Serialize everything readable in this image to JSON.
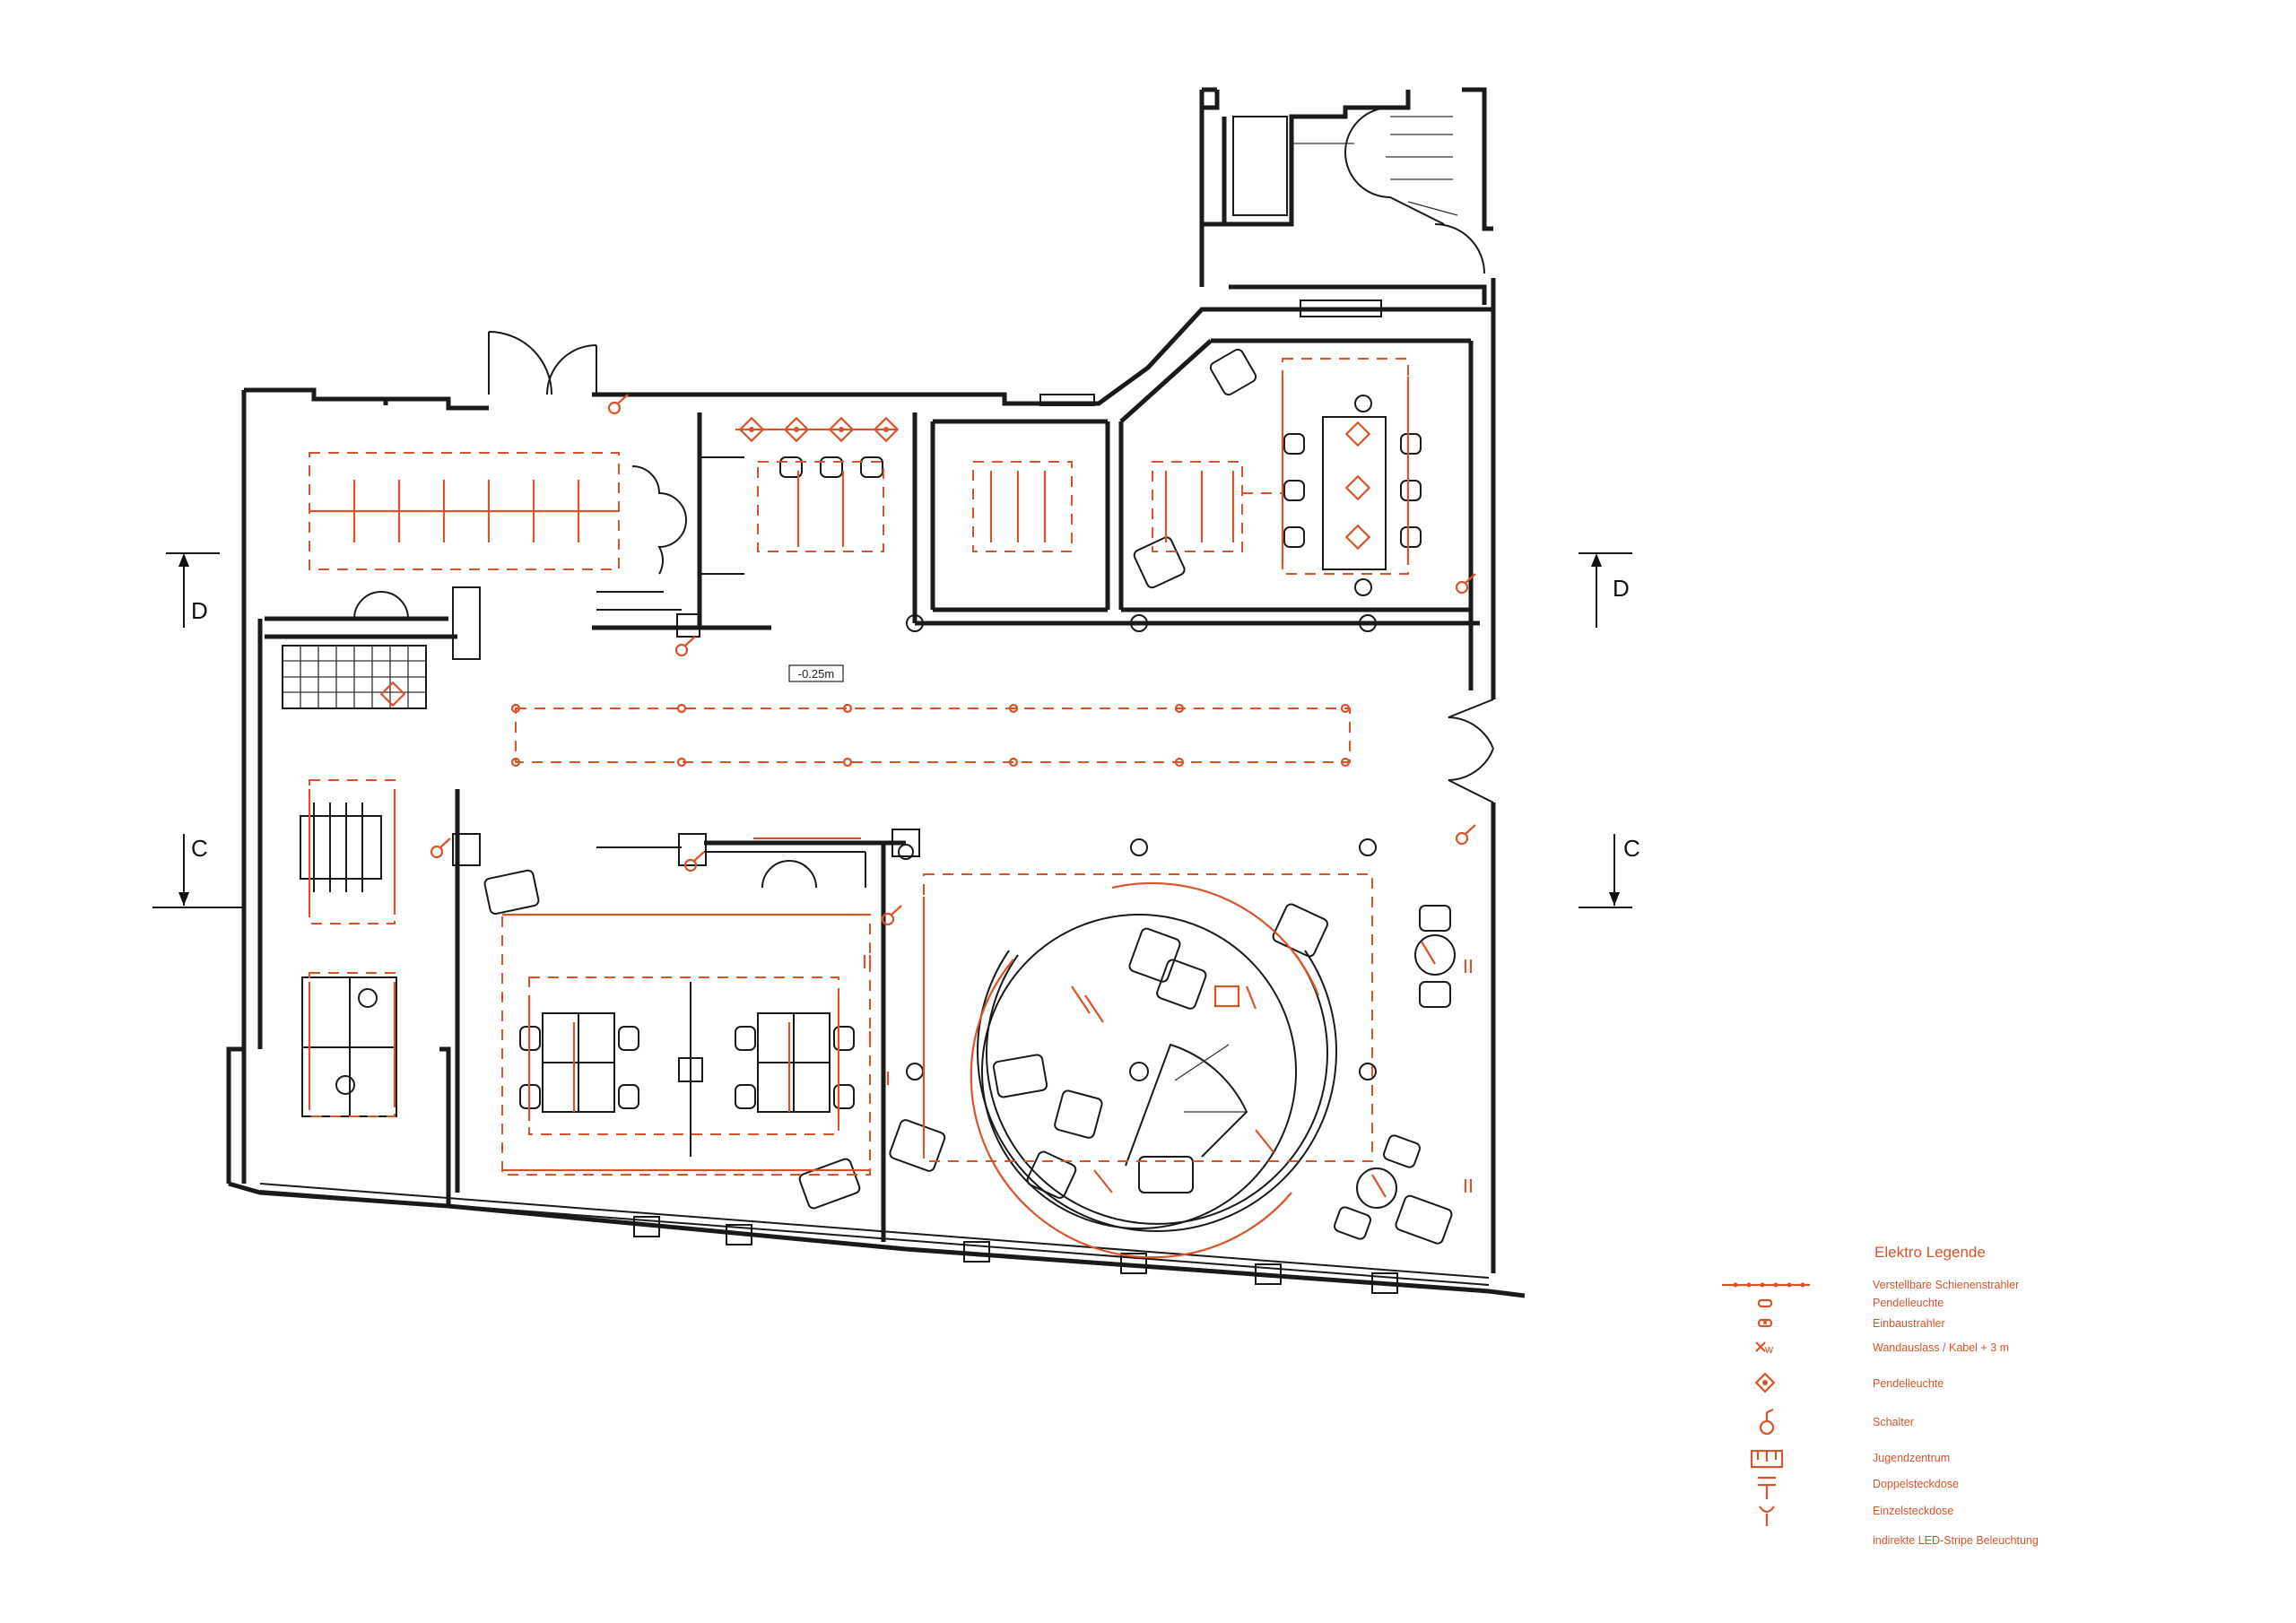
{
  "plan": {
    "level_label": "-0.25m",
    "section_markers": [
      "D",
      "D",
      "C",
      "C"
    ]
  },
  "legend": {
    "title": "Elektro Legende",
    "items": [
      {
        "icon": "track-spotlight-symbol",
        "label": "Verstellbare Schienenstrahler"
      },
      {
        "icon": "pendant-light-symbol",
        "label": "Pendelleuchte"
      },
      {
        "icon": "recessed-spot-symbol",
        "label": "Einbaustrahler"
      },
      {
        "icon": "wall-outlet-symbol",
        "label": "Wandauslass / Kabel + 3 m"
      },
      {
        "icon": "pendant-diamond-symbol",
        "label": "Pendelleuchte"
      },
      {
        "icon": "switch-symbol",
        "label": "Schalter"
      },
      {
        "icon": "youth-center-symbol",
        "label": "Jugendzentrum"
      },
      {
        "icon": "double-socket-symbol",
        "label": "Doppelsteckdose"
      },
      {
        "icon": "single-socket-symbol",
        "label": "Einzelsteckdose"
      },
      {
        "icon": "led-stripe-symbol",
        "label": "indirekte LED-Stripe Beleuchtung"
      }
    ]
  },
  "colors": {
    "electrical": "#d9532b",
    "walls": "#1a1a1a",
    "background": "#ffffff"
  }
}
